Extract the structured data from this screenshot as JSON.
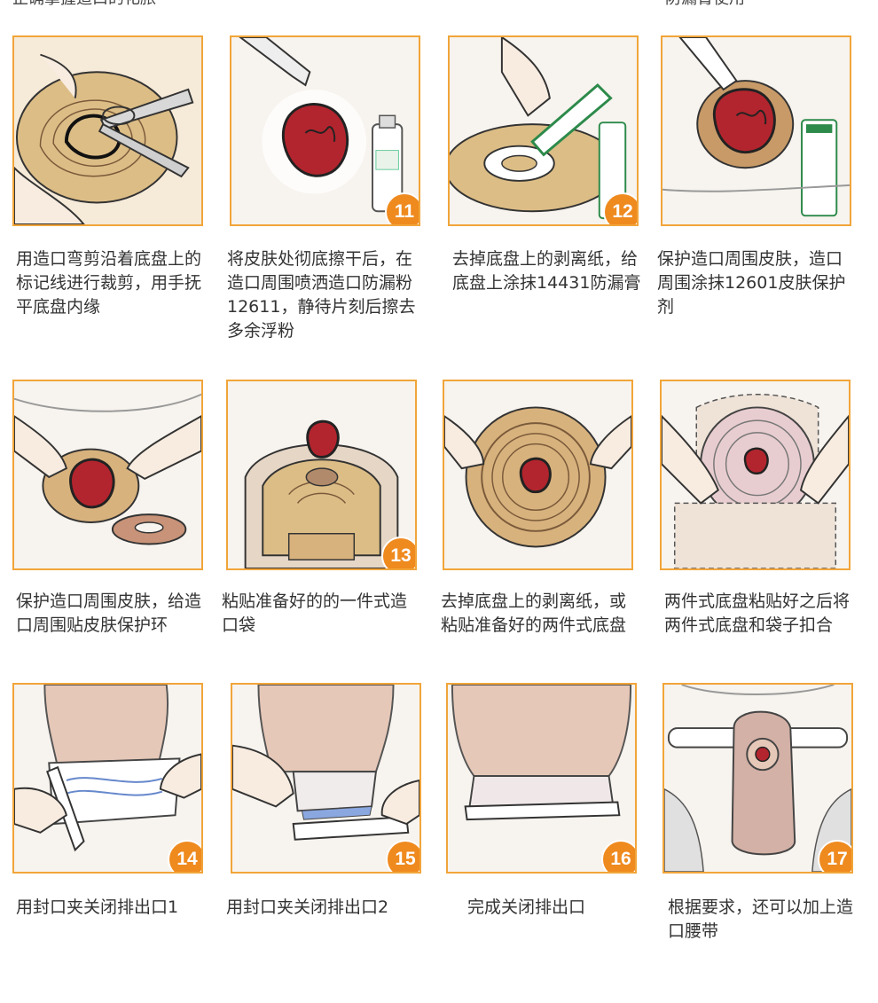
{
  "top_fragments": {
    "left": "正确掌握造口的化脓",
    "right": "防漏膏使用"
  },
  "steps": [
    {
      "caption": "用造口弯剪沿着底盘上的标记线进行裁剪，用手抚平底盘内缘",
      "badge": ""
    },
    {
      "caption": "将皮肤处彻底擦干后，在造口周围喷洒造口防漏粉12611，静待片刻后擦去多余浮粉",
      "badge": "11"
    },
    {
      "caption": "去掉底盘上的剥离纸，给底盘上涂抹14431防漏膏",
      "badge": "12"
    },
    {
      "caption": "保护造口周围皮肤，造口周围涂抹12601皮肤保护剂",
      "badge": ""
    },
    {
      "caption": "保护造口周围皮肤，给造口周围贴皮肤保护环",
      "badge": ""
    },
    {
      "caption": "粘贴准备好的的一件式造口袋",
      "badge": "13"
    },
    {
      "caption": "去掉底盘上的剥离纸，或粘贴准备好的两件式底盘",
      "badge": ""
    },
    {
      "caption": "两件式底盘粘贴好之后将两件式底盘和袋子扣合",
      "badge": ""
    },
    {
      "caption": "用封口夹关闭排出口1",
      "badge": "14"
    },
    {
      "caption": "用封口夹关闭排出口2",
      "badge": "15"
    },
    {
      "caption": "完成关闭排出口",
      "badge": "16"
    },
    {
      "caption": "根据要求，还可以加上造口腰带",
      "badge": "17"
    }
  ],
  "colors": {
    "panel_border": "#f1a53a",
    "badge": "#ef8a1f",
    "stoma": "#b3252e",
    "skin": "#f6ead9",
    "wafer": "#d9b982",
    "pouch": "#e6c8b8"
  }
}
